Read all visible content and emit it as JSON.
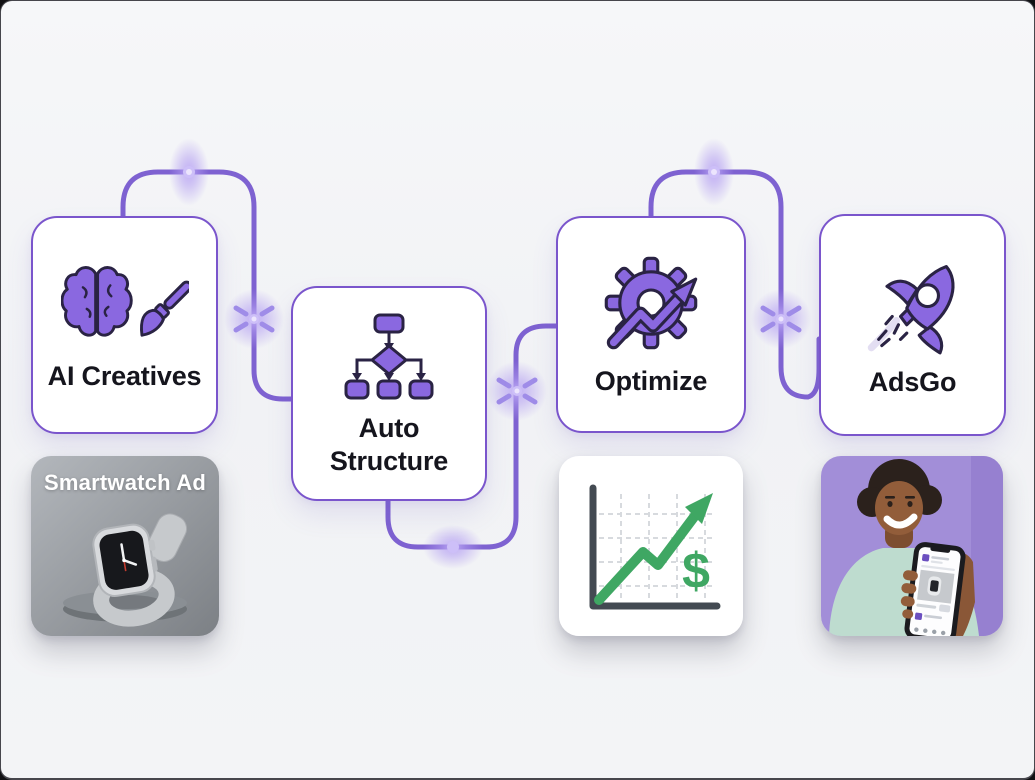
{
  "canvas": {
    "background": "#f2f3f6",
    "frame_border": "#46464c"
  },
  "palette": {
    "wire_purple": "#7e62d1",
    "card_border_purple": "#7a55cc",
    "icon_purple": "#8a68e0",
    "icon_outline": "#2a2344",
    "glow_purple": "#b7a4f2",
    "text_dark": "#15151d",
    "chart_green": "#3fa763",
    "chart_axis": "#434a52",
    "photo_background_purple": "#a28ed8",
    "shirt_mint": "#bedccf",
    "watch_gray": "#d8dadd"
  },
  "flow_nodes": [
    {
      "label": "AI Creatives",
      "icon": "brain-and-paintbrush-icon"
    },
    {
      "label": "Auto Structure",
      "icon": "flowchart-icon"
    },
    {
      "label": "Optimize",
      "icon": "gear-growth-arrow-icon"
    },
    {
      "label": "AdsGo",
      "icon": "rocket-icon"
    }
  ],
  "thumbnails": {
    "smartwatch": {
      "caption": "Smartwatch Ad",
      "alt": "smartwatch-product-photo"
    },
    "chart": {
      "dollar_symbol": "$",
      "alt": "growth-chart-illustration"
    },
    "person": {
      "alt": "customer-holding-phone-photo"
    }
  }
}
